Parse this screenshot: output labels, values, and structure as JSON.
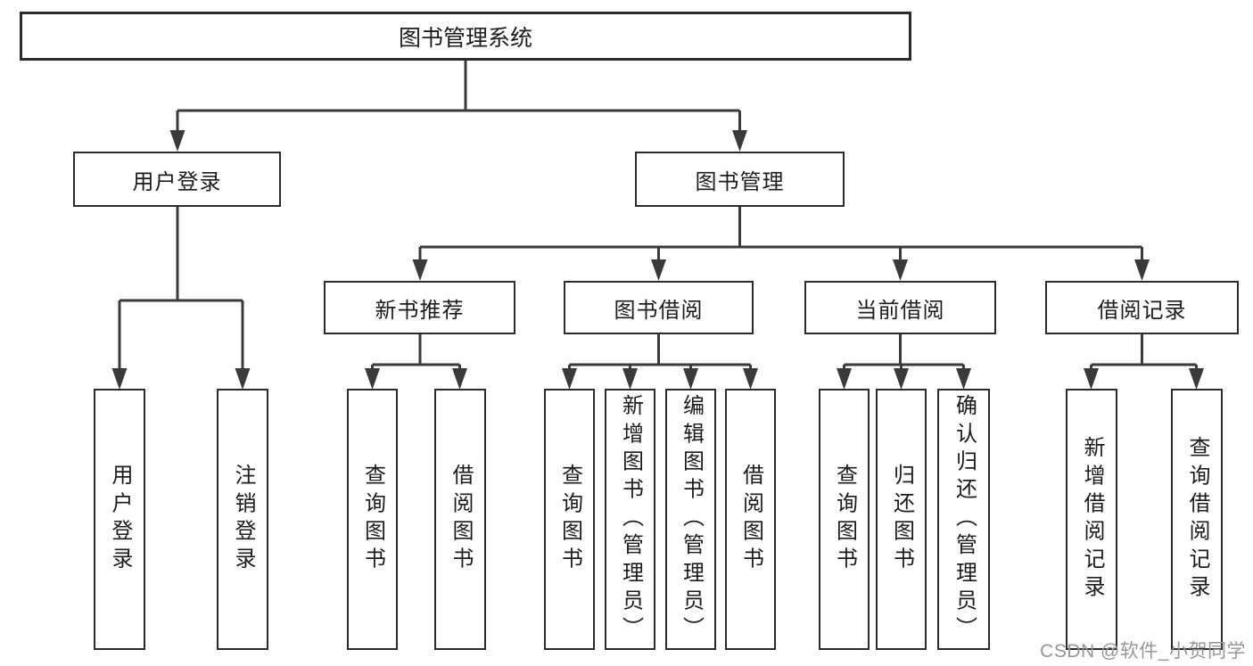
{
  "diagram": {
    "title": "图书管理系统",
    "branches": [
      {
        "label": "用户登录",
        "children": [
          {
            "label": "用户登录"
          },
          {
            "label": "注销登录"
          }
        ]
      },
      {
        "label": "图书管理",
        "children": [
          {
            "label": "新书推荐",
            "children": [
              {
                "label": "查询图书"
              },
              {
                "label": "借阅图书"
              }
            ]
          },
          {
            "label": "图书借阅",
            "children": [
              {
                "label": "查询图书"
              },
              {
                "label": "新增图书（管理员）"
              },
              {
                "label": "编辑图书（管理员）"
              },
              {
                "label": "借阅图书"
              }
            ]
          },
          {
            "label": "当前借阅",
            "children": [
              {
                "label": "查询图书"
              },
              {
                "label": "归还图书"
              },
              {
                "label": "确认归还（管理员）"
              }
            ]
          },
          {
            "label": "借阅记录",
            "children": [
              {
                "label": "新增借阅记录"
              },
              {
                "label": "查询借阅记录"
              }
            ]
          }
        ]
      }
    ]
  },
  "watermark": {
    "text": "CSDN @软件_小贺同学"
  },
  "colors": {
    "background": "#ffffff",
    "box_border": "#2b2b2b",
    "connector": "#3a3a3a",
    "text": "#1c1c1c",
    "watermark": "#969696"
  }
}
